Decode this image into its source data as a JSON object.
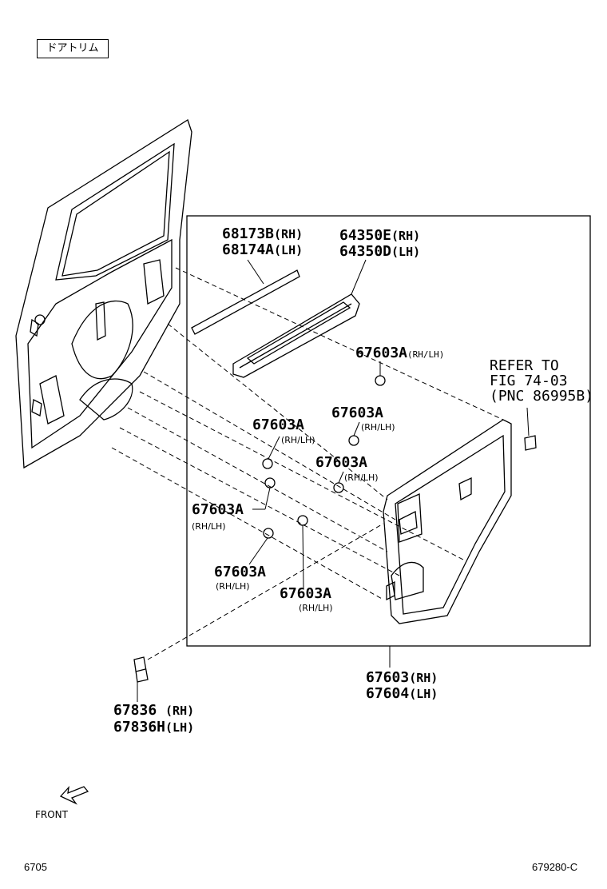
{
  "header": {
    "section_tag": "ドアトリム"
  },
  "parts": {
    "weatherstrip": {
      "rh": "68173B",
      "rh_suffix": "(RH)",
      "lh": "68174A",
      "lh_suffix": "(LH)"
    },
    "armrest": {
      "rh": "64350E",
      "rh_suffix": "(RH)",
      "lh": "64350D",
      "lh_suffix": "(LH)"
    },
    "clip_1": {
      "pn": "67603A",
      "suffix": "(RH/LH)"
    },
    "clip_2": {
      "pn": "67603A",
      "suffix": "(RH/LH)"
    },
    "clip_3": {
      "pn": "67603A",
      "suffix": "(RH/LH)"
    },
    "clip_4": {
      "pn": "67603A",
      "suffix": "(RH/LH)"
    },
    "clip_5": {
      "pn": "67603A",
      "suffix": "(RH/LH)"
    },
    "clip_6": {
      "pn": "67603A",
      "suffix": "(RH/LH)"
    },
    "clip_7": {
      "pn": "67603A",
      "suffix": "(RH/LH)"
    },
    "trim_panel": {
      "rh": "67603",
      "rh_suffix": "(RH)",
      "lh": "67604",
      "lh_suffix": "(LH)"
    },
    "cover": {
      "rh": "67836",
      "rh_suffix": "(RH)",
      "lh": "67836H",
      "lh_suffix": "(LH)"
    }
  },
  "reference": {
    "line1": "REFER TO",
    "line2": "FIG 74-03",
    "line3": "(PNC 86995B)"
  },
  "direction": {
    "label": "FRONT"
  },
  "footer": {
    "left_code": "6705",
    "right_code": "679280-C"
  }
}
